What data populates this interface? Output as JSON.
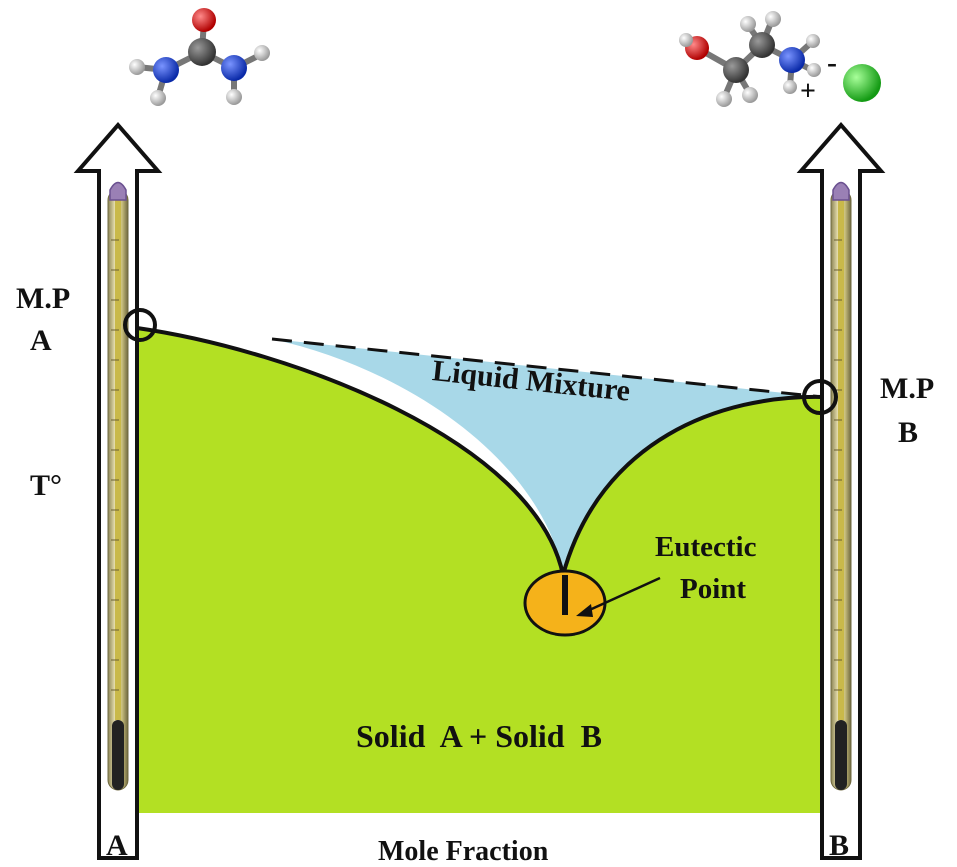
{
  "labels": {
    "mp_a_line1": "M.P",
    "mp_a_line2": "A",
    "mp_b_line1": "M.P",
    "mp_b_line2": "B",
    "temp": "T°",
    "liquid": "Liquid Mixture",
    "eutectic_line1": "Eutectic",
    "eutectic_line2": "Point",
    "solid": "Solid  A + Solid  B",
    "axis_left": "A",
    "axis_right": "B",
    "axis_title": "Mole Fraction",
    "ion_plus": "+",
    "ion_minus": "-"
  },
  "colors": {
    "solid_region": "#b3e023",
    "liquid_region": "#a8d8e8",
    "eutectic_marker": "#f5b21a",
    "outline": "#111111",
    "thermometer_glass": "#cfc79a",
    "thermometer_scale": "#c9b94a",
    "thermometer_bulb": "#222222",
    "thermometer_cap": "#9a80b5",
    "atom_oxygen": "#e01010",
    "atom_nitrogen": "#1a3fd6",
    "atom_carbon": "#555555",
    "atom_hydrogen": "#e0e0e0",
    "atom_chloride": "#22c022"
  },
  "molecules": {
    "left": "urea-molecule",
    "right": "choline-chloride-molecule"
  }
}
